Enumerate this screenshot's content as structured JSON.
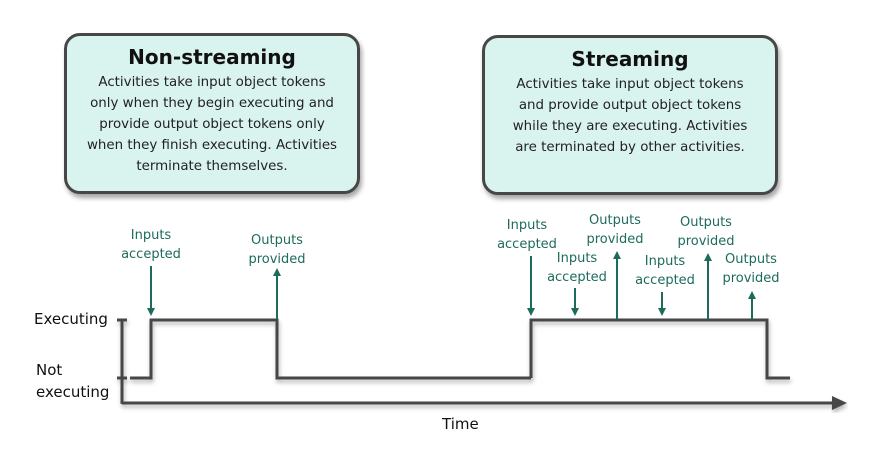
{
  "boxes": {
    "non_streaming": {
      "title": "Non-streaming",
      "lines": [
        "Activities take input object tokens",
        "only when they begin executing and",
        "provide output object tokens only",
        "when they finish executing. Activities",
        "terminate themselves."
      ]
    },
    "streaming": {
      "title": "Streaming",
      "lines": [
        "Activities take input object tokens",
        "and provide output object tokens",
        "while they are executing. Activities",
        "are terminated by other activities."
      ]
    }
  },
  "axis": {
    "y_high_label": "Executing",
    "y_low_label_1": "Not",
    "y_low_label_2": "executing",
    "x_label": "Time"
  },
  "events": {
    "input_label_1": "Inputs",
    "input_label_2": "accepted",
    "output_label_1": "Outputs",
    "output_label_2": "provided"
  },
  "colors": {
    "box_fill": "#d9f3ee",
    "line": "#474747",
    "accent": "#1e6b5c"
  }
}
